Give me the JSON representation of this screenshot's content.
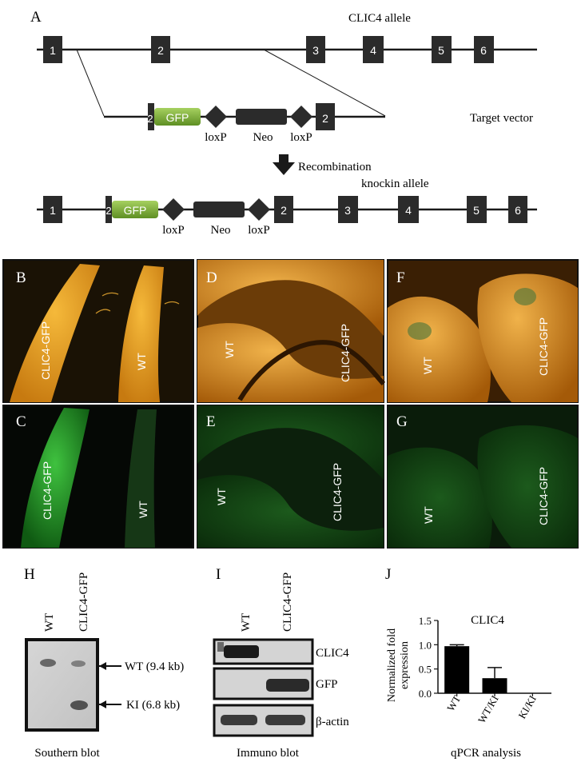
{
  "panels": {
    "A": "A",
    "B": "B",
    "C": "C",
    "D": "D",
    "E": "E",
    "F": "F",
    "G": "G",
    "H": "H",
    "I": "I",
    "J": "J"
  },
  "schematic": {
    "allele_title": "CLIC4 allele",
    "target_vector": "Target vector",
    "recombination": "Recombination",
    "knockin_allele": "knockin allele",
    "gfp": "GFP",
    "loxp": "loxP",
    "neo": "Neo",
    "top_exons": [
      "1",
      "2",
      "3",
      "4",
      "5",
      "6"
    ],
    "vector_exons": [
      "2",
      "2"
    ],
    "knockin_exons": [
      "1",
      "2",
      "2",
      "3",
      "4",
      "5",
      "6"
    ]
  },
  "photos": {
    "B": {
      "label_a": "CLIC4-GFP",
      "label_b": "WT"
    },
    "C": {
      "label_a": "CLIC4-GFP",
      "label_b": "WT"
    },
    "D": {
      "label_a": "WT",
      "label_b": "CLIC4-GFP"
    },
    "E": {
      "label_a": "WT",
      "label_b": "CLIC4-GFP"
    },
    "F": {
      "label_a": "WT",
      "label_b": "CLIC4-GFP"
    },
    "G": {
      "label_a": "WT",
      "label_b": "CLIC4-GFP"
    }
  },
  "southern": {
    "lane_wt": "WT",
    "lane_ki": "CLIC4-GFP",
    "band_wt": "WT (9.4 kb)",
    "band_ki": "KI (6.8 kb)",
    "caption": "Southern blot"
  },
  "immuno": {
    "lane_wt": "WT",
    "lane_ki": "CLIC4-GFP",
    "rows": [
      "CLIC4",
      "GFP",
      "β-actin"
    ],
    "caption": "Immuno blot"
  },
  "chart_data": {
    "type": "bar",
    "title": "CLIC4",
    "ylabel": "Normalized fold expression",
    "ylabel_lines": [
      "Normalized fold",
      "expression"
    ],
    "categories": [
      "WT",
      "WT/KI",
      "KI/KI"
    ],
    "values": [
      0.97,
      0.31,
      0.0
    ],
    "errors": [
      0.03,
      0.22,
      0.0
    ],
    "ylim": [
      0,
      1.5
    ],
    "yticks": [
      "0.0",
      "0.5",
      "1.0",
      "1.5"
    ],
    "caption": "qPCR analysis"
  },
  "colors": {
    "exon": "#2b2b2b",
    "gfp_box": "#7fb03a",
    "fluor_green": "#1f8a1f",
    "bright_orange": "#d98a16"
  }
}
